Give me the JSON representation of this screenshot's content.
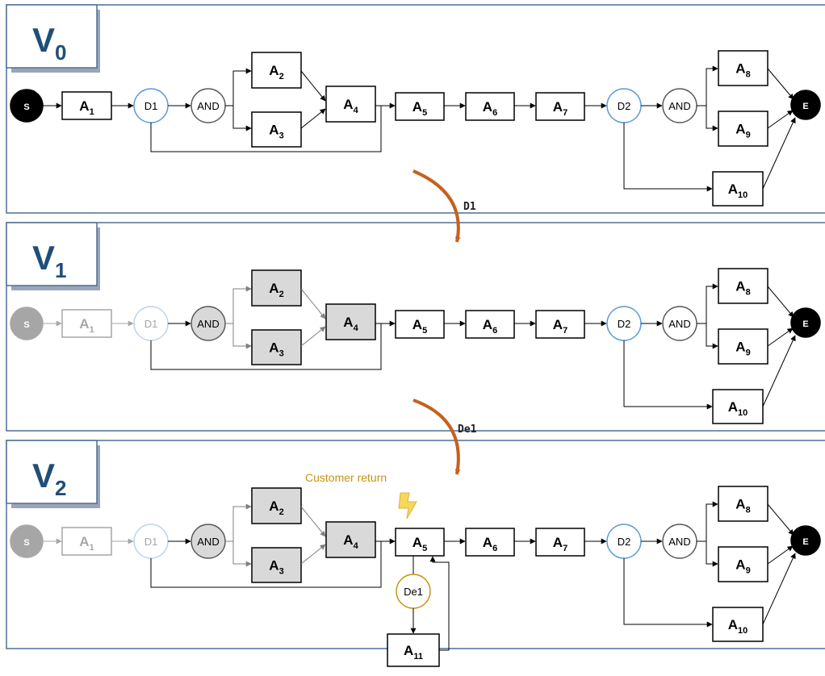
{
  "colors": {
    "frame": "#4e6f95",
    "version_label": "#1f4e79",
    "transition_arrow": "#c5611e",
    "decision_border": "#5b9bd5",
    "deviation_border": "#c69214",
    "annotation": "#c69214",
    "lightning": "#f5d75a",
    "executed_fill": "#d9d9d9",
    "faded": "#a6a6a6"
  },
  "panels": [
    {
      "version": "V",
      "subscript": "0"
    },
    {
      "version": "V",
      "subscript": "1"
    },
    {
      "version": "V",
      "subscript": "2"
    }
  ],
  "transitions": [
    {
      "label": "D1"
    },
    {
      "label": "De1"
    }
  ],
  "nodes": {
    "start": "S",
    "end": "E",
    "activity_prefix": "A",
    "decision_1": "D1",
    "decision_2": "D2",
    "parallel": "AND",
    "deviation": "De1"
  },
  "activities": [
    "1",
    "2",
    "3",
    "4",
    "5",
    "6",
    "7",
    "8",
    "9",
    "10",
    "11"
  ],
  "annotation": {
    "text": "Customer return",
    "icon": "lightning-icon"
  }
}
